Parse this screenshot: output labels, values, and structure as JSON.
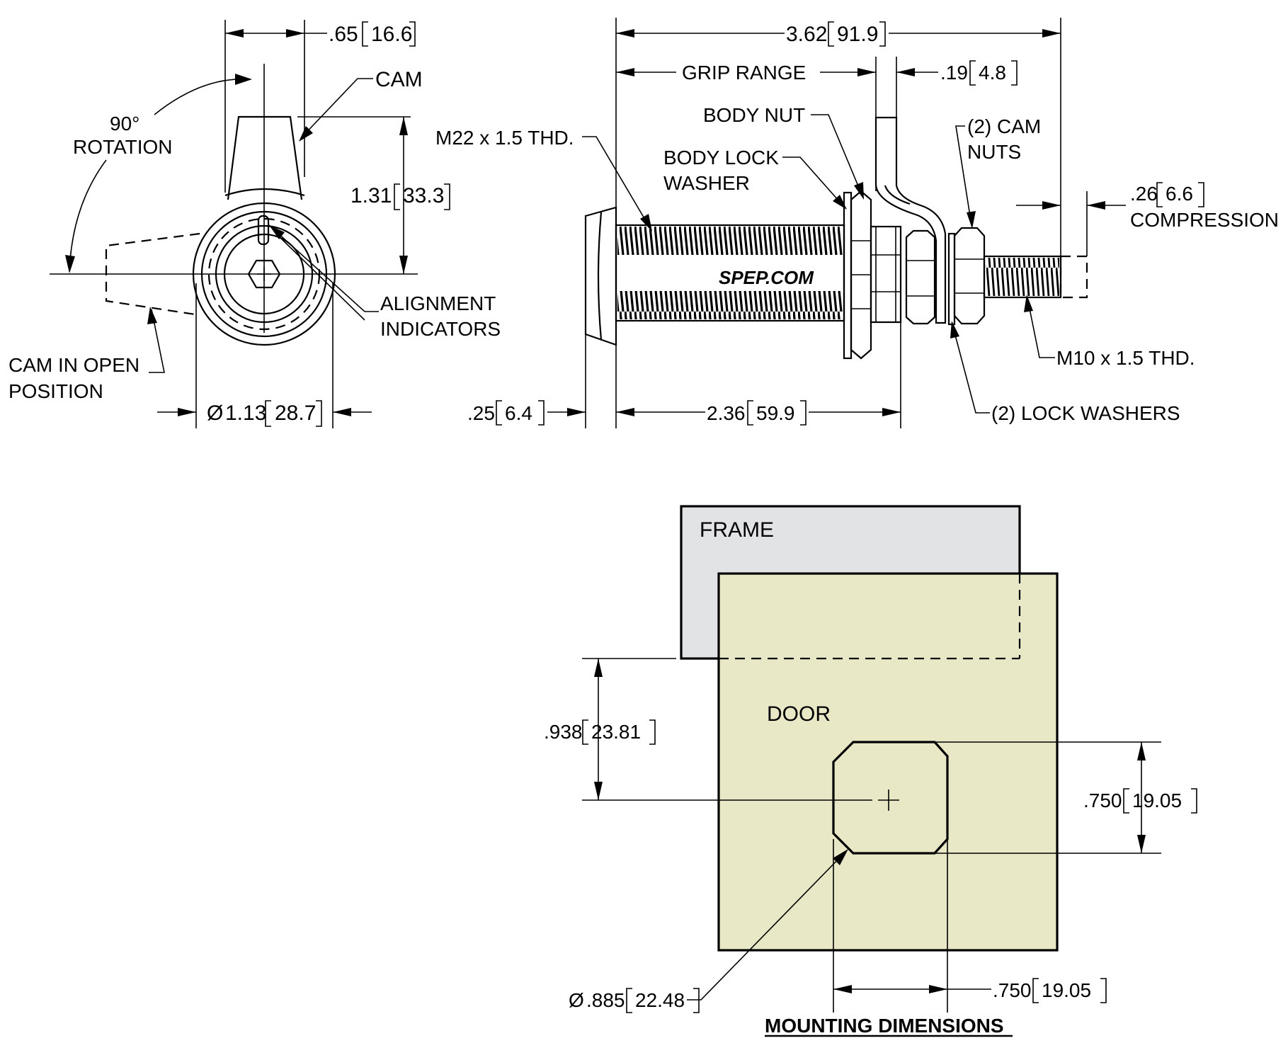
{
  "front_view": {
    "cam_width": ".65",
    "cam_width_mm": "16.6",
    "cam_label": "CAM",
    "rotation_deg": "90°",
    "rotation_label": "ROTATION",
    "height": "1.31",
    "height_mm": "33.3",
    "alignment_line1": "ALIGNMENT",
    "alignment_line2": "INDICATORS",
    "open_line1": "CAM IN OPEN",
    "open_line2": "POSITION",
    "diameter_symbol": "Ø",
    "diameter": "1.13",
    "diameter_mm": "28.7"
  },
  "side_view": {
    "overall": "3.62",
    "overall_mm": "91.9",
    "grip_range": "GRIP RANGE",
    "cam_thickness": ".19",
    "cam_thickness_mm": "4.8",
    "body_nut": "BODY NUT",
    "body_thread": "M22 x 1.5 THD.",
    "lock_washer_line1": "BODY LOCK",
    "lock_washer_line2": "WASHER",
    "cam_nuts_line1": "(2) CAM",
    "cam_nuts_line2": "NUTS",
    "compression": ".26",
    "compression_mm": "6.6",
    "compression_label": "COMPRESSION",
    "stud_thread": "M10 x 1.5 THD.",
    "lock_washers": "(2) LOCK WASHERS",
    "flange": ".25",
    "flange_mm": "6.4",
    "body_length": "2.36",
    "body_length_mm": "59.9",
    "brand_text": "SPEP.COM"
  },
  "mounting": {
    "frame_label": "FRAME",
    "door_label": "DOOR",
    "offset": ".938",
    "offset_mm": "23.81",
    "flat_height": ".750",
    "flat_height_mm": "19.05",
    "hole_symbol": "Ø",
    "hole_diameter": ".885",
    "hole_diameter_mm": "22.48",
    "flat_width": ".750",
    "flat_width_mm": "19.05",
    "title": "MOUNTING DIMENSIONS"
  },
  "colors": {
    "frame_fill": "#e2e3e5",
    "door_fill": "#e8e8c6",
    "line": "#000000"
  }
}
